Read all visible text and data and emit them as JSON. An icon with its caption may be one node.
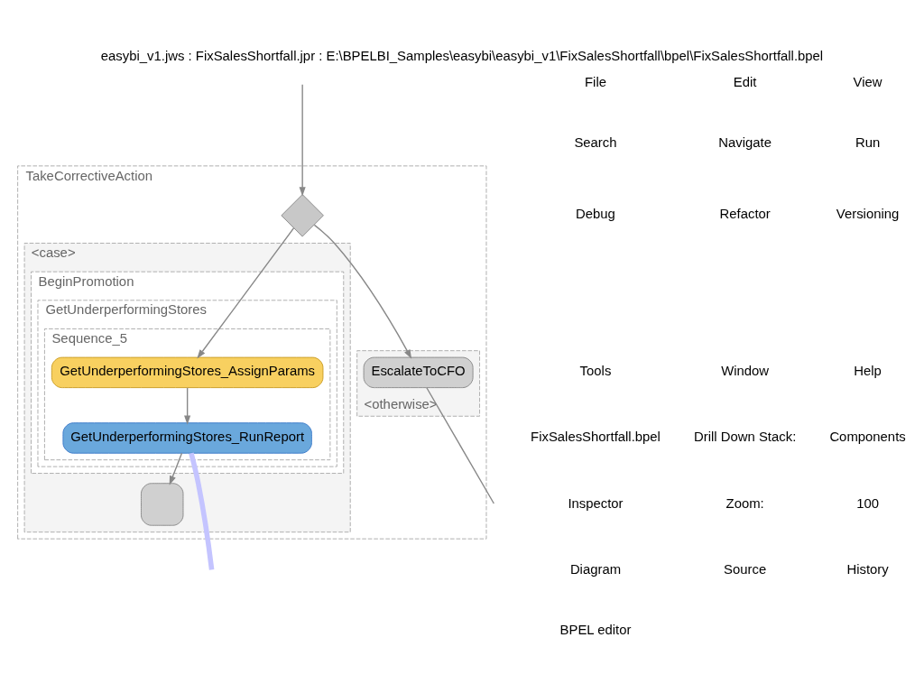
{
  "diagram": {
    "title": "easybi_v1.jws : FixSalesShortfall.jpr : E:\\BPELBI_Samples\\easybi\\easybi_v1\\FixSalesShortfall\\bpel\\FixSalesShortfall.bpel",
    "nodes": [
      {
        "text": [
          "TakeCorrectiveAction"
        ]
      },
      {
        "text": [],
        "shape": "diamond",
        "in": 0
      },
      {
        "text": [
          "<case>"
        ],
        "in": 0
      },
      {
        "text": [
          "<otherwise>"
        ],
        "in": 0
      },
      {
        "text": [
          "BeginPromotion"
        ],
        "in": 2
      },
      {
        "text": [
          "GetUnderperformingStores"
        ],
        "in": 4
      },
      {
        "text": [
          "Sequence_5"
        ],
        "in": 5
      },
      {
        "text": [
          "GetUnderperformingStores_AssignParams"
        ],
        "in": 6
      },
      {
        "text": [
          "GetUnderperformingStores_RunReport"
        ],
        "in": 6
      },
      {
        "text": [
          "EscalateToCFO"
        ],
        "in": 3
      },
      {
        "text": [],
        "shape": "box",
        "in": 2
      }
    ],
    "edges": [
      {
        "from": null,
        "to": 1,
        "arrow": "to"
      },
      {
        "from": 1,
        "to": 7,
        "arrow": "to"
      },
      {
        "from": 1,
        "to": 9,
        "arrow": "to"
      },
      {
        "from": 7,
        "to": 8,
        "arrow": "to"
      },
      {
        "from": 8,
        "to": 10,
        "arrow": "to"
      },
      {
        "from": 8,
        "to": null,
        "arrow": "none",
        "style": "thick",
        "color": "#c4c4ff"
      },
      {
        "from": 9,
        "to": null,
        "arrow": "none"
      }
    ],
    "labels": [
      "File",
      "Edit",
      "View",
      "Search",
      "Navigate",
      "Run",
      "Debug",
      "Refactor",
      "Versioning",
      "Tools",
      "Window",
      "Help",
      "FixSalesShortfall.bpel",
      "Drill Down Stack:",
      "Components",
      "Inspector",
      "Zoom:",
      "100",
      "Diagram",
      "Source",
      "History",
      "BPEL editor"
    ]
  }
}
